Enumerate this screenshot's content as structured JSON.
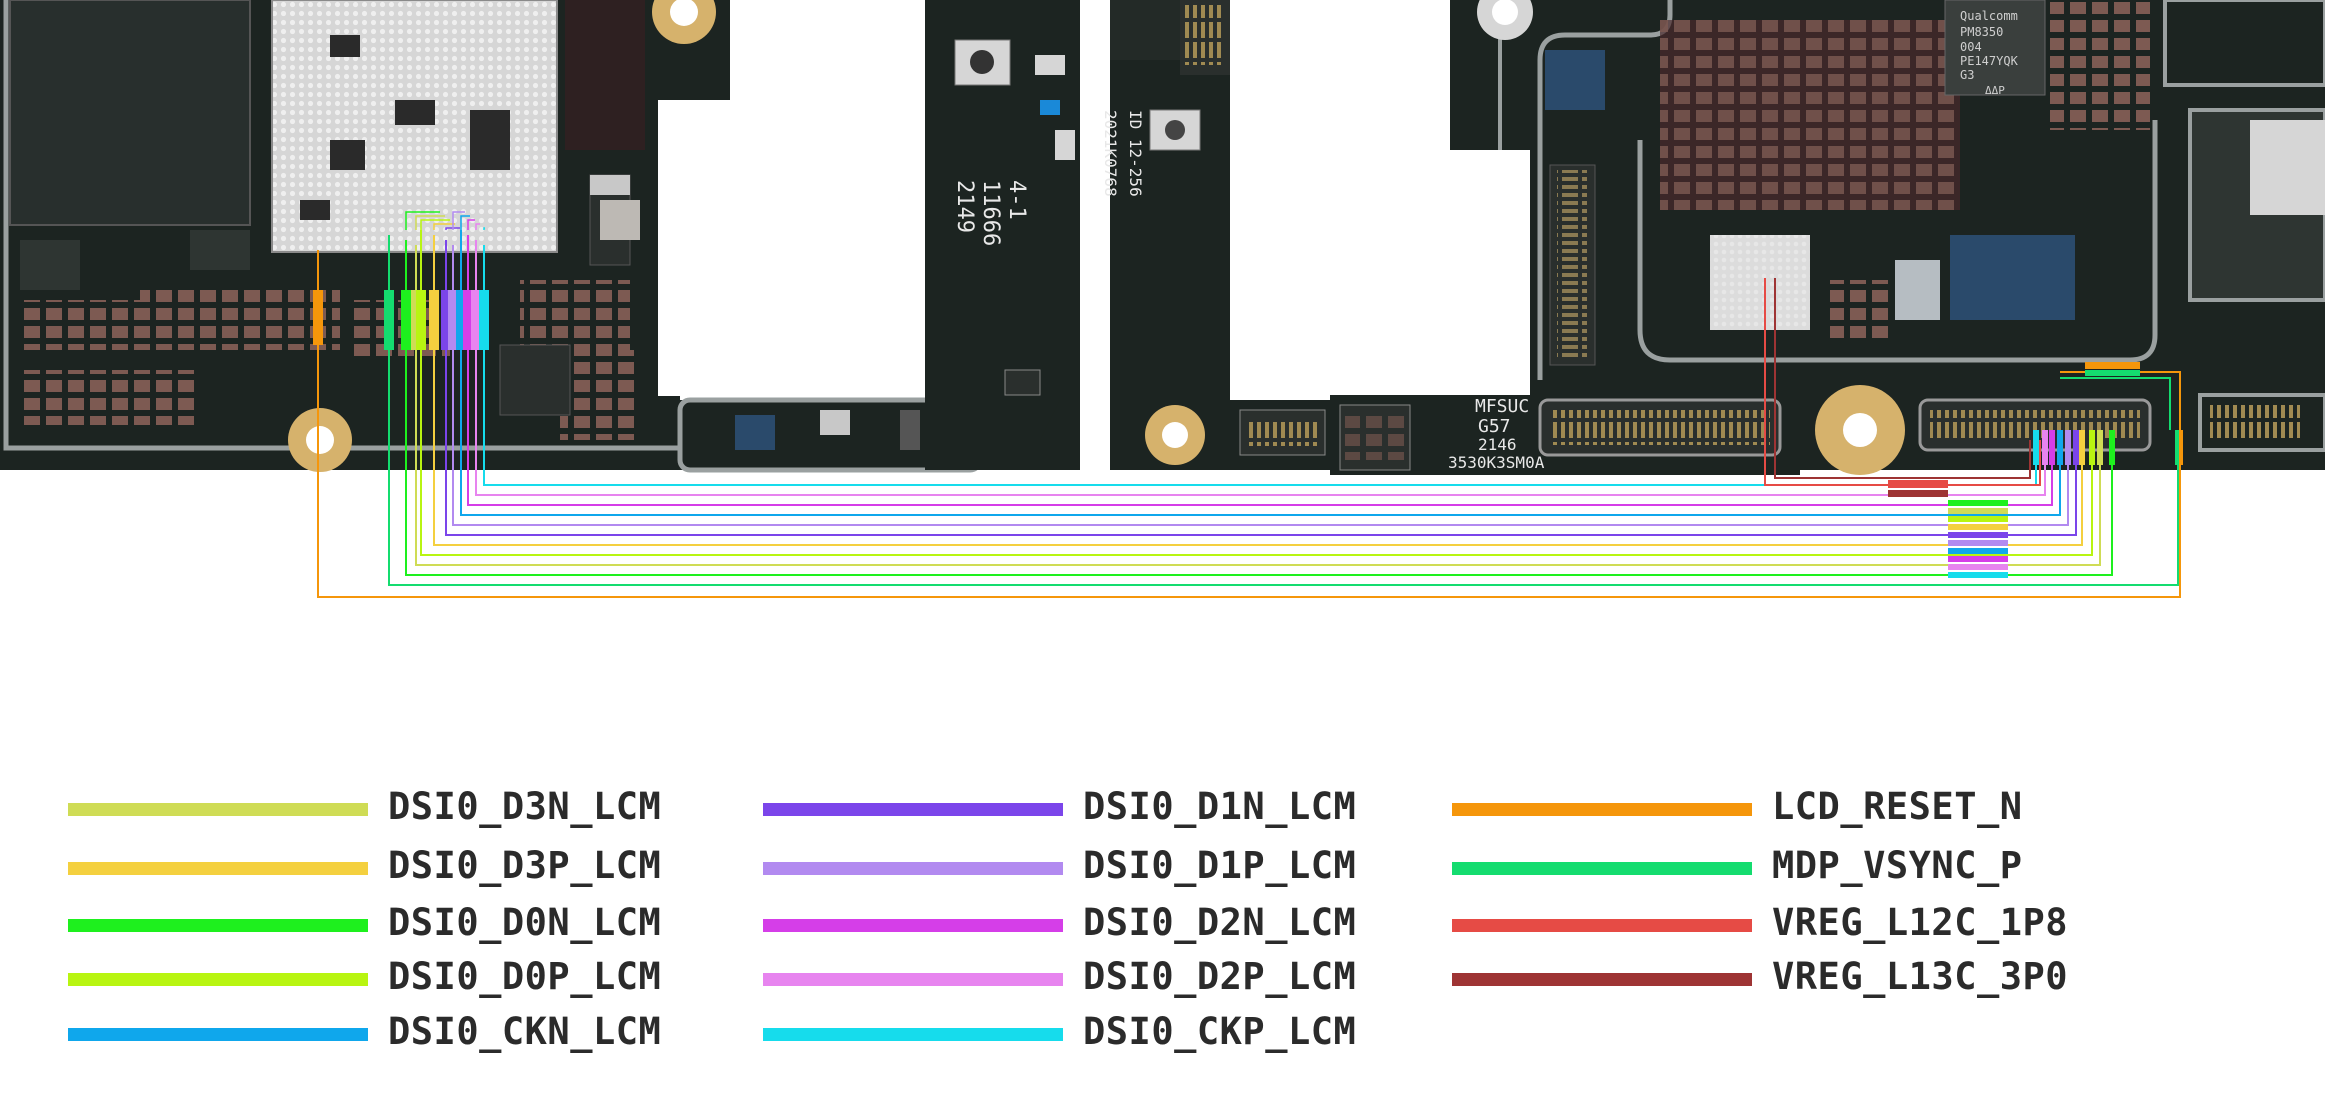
{
  "diagram": {
    "board_markings": {
      "chip_brand": "Qualcomm",
      "chip_model": "PM8350",
      "chip_code": "004",
      "chip_lot": "PE147YQK",
      "chip_suffix": "G3",
      "chip_mark": "ΔΔP",
      "connector_text_1": "MFSUC",
      "connector_text_2": "G57",
      "connector_text_3": "2146",
      "connector_text_4": "3530K3SM0A",
      "flex_text_1": "2149",
      "flex_text_2": "11666",
      "flex_text_3": "4-1",
      "flex_text_4": "ID 12-256",
      "flex_text_5": "2021K0768"
    },
    "signals": [
      {
        "name": "DSI0_D3N_LCM",
        "color": "#cfdc55"
      },
      {
        "name": "DSI0_D3P_LCM",
        "color": "#f4d03f"
      },
      {
        "name": "DSI0_D0N_LCM",
        "color": "#1ef01e"
      },
      {
        "name": "DSI0_D0P_LCM",
        "color": "#b8f511"
      },
      {
        "name": "DSI0_CKN_LCM",
        "color": "#0fa7ec"
      },
      {
        "name": "DSI0_D1N_LCM",
        "color": "#7b45ea"
      },
      {
        "name": "DSI0_D1P_LCM",
        "color": "#b28af0"
      },
      {
        "name": "DSI0_D2N_LCM",
        "color": "#d53ee8"
      },
      {
        "name": "DSI0_D2P_LCM",
        "color": "#e784ef"
      },
      {
        "name": "DSI0_CKP_LCM",
        "color": "#16dcec"
      },
      {
        "name": "LCD_RESET_N",
        "color": "#f5960b"
      },
      {
        "name": "MDP_VSYNC_P",
        "color": "#14dc6f"
      },
      {
        "name": "VREG_L12C_1P8",
        "color": "#e64b45"
      },
      {
        "name": "VREG_L13C_3P0",
        "color": "#9e3434"
      }
    ]
  }
}
